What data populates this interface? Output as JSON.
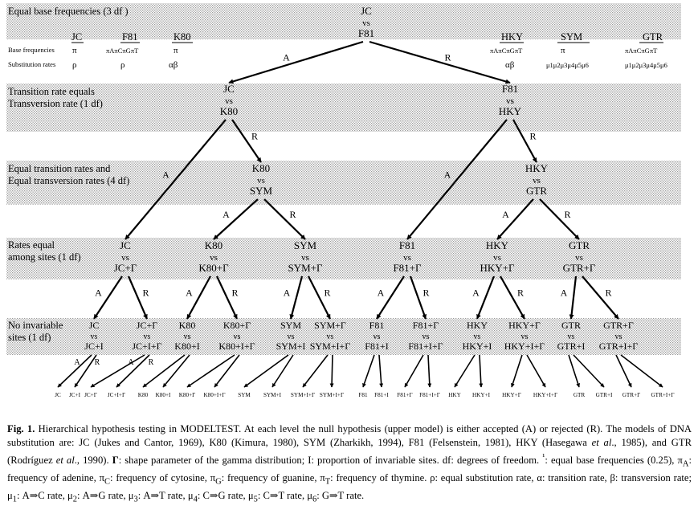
{
  "levels": [
    {
      "label": "Equal base frequencies   (3  df )"
    },
    {
      "label_lines": [
        "Transition rate equals",
        "Transversion rate  (1 df)"
      ]
    },
    {
      "label_lines": [
        "Equal transition rates and",
        "Equal transversion rates (4 df)"
      ]
    },
    {
      "label_lines": [
        "Rates equal",
        "among sites    (1 df)"
      ]
    },
    {
      "label_lines": [
        "No invariable",
        "sites   (1 df)"
      ]
    }
  ],
  "header": {
    "row_labels": [
      "Base frequencies",
      "Substitution rates"
    ],
    "models": [
      {
        "name": "JC",
        "base": "π",
        "rates": "ρ"
      },
      {
        "name": "F81",
        "base": "πAπCπGπT",
        "rates": "ρ"
      },
      {
        "name": "K80",
        "base": "π",
        "rates": "αβ"
      },
      {
        "name": "HKY",
        "base": "πAπCπGπT",
        "rates": "αβ"
      },
      {
        "name": "SYM",
        "base": "π",
        "rates": "μ1μ2μ3μ4μ5μ6"
      },
      {
        "name": "GTR",
        "base": "πAπCπGπT",
        "rates": "μ1μ2μ3μ4μ5μ6"
      }
    ]
  },
  "accept": "A",
  "reject": "R",
  "vs": "vs",
  "tests": [
    {
      "id": "t1",
      "top": "JC",
      "bottom": "F81"
    },
    {
      "id": "t2a",
      "top": "JC",
      "bottom": "K80"
    },
    {
      "id": "t2b",
      "top": "F81",
      "bottom": "HKY"
    },
    {
      "id": "t3a",
      "top": "K80",
      "bottom": "SYM"
    },
    {
      "id": "t3b",
      "top": "HKY",
      "bottom": "GTR"
    },
    {
      "id": "t4a",
      "top": "JC",
      "bottom": "JC+Γ"
    },
    {
      "id": "t4b",
      "top": "K80",
      "bottom": "K80+Γ"
    },
    {
      "id": "t4c",
      "top": "SYM",
      "bottom": "SYM+Γ"
    },
    {
      "id": "t4d",
      "top": "F81",
      "bottom": "F81+Γ"
    },
    {
      "id": "t4e",
      "top": "HKY",
      "bottom": "HKY+Γ"
    },
    {
      "id": "t4f",
      "top": "GTR",
      "bottom": "GTR+Γ"
    },
    {
      "id": "t5a",
      "top": "JC",
      "bottom": "JC+I"
    },
    {
      "id": "t5b",
      "top": "JC+Γ",
      "bottom": "JC+I+Γ"
    },
    {
      "id": "t5c",
      "top": "K80",
      "bottom": "K80+I"
    },
    {
      "id": "t5d",
      "top": "K80+Γ",
      "bottom": "K80+I+Γ"
    },
    {
      "id": "t5e",
      "top": "SYM",
      "bottom": "SYM+I"
    },
    {
      "id": "t5f",
      "top": "SYM+Γ",
      "bottom": "SYM+I+Γ"
    },
    {
      "id": "t5g",
      "top": "F81",
      "bottom": "F81+I"
    },
    {
      "id": "t5h",
      "top": "F81+Γ",
      "bottom": "F81+I+Γ"
    },
    {
      "id": "t5i",
      "top": "HKY",
      "bottom": "HKY+I"
    },
    {
      "id": "t5j",
      "top": "HKY+Γ",
      "bottom": "HKY+I+Γ"
    },
    {
      "id": "t5k",
      "top": "GTR",
      "bottom": "GTR+I"
    },
    {
      "id": "t5l",
      "top": "GTR+Γ",
      "bottom": "GTR+I+Γ"
    }
  ],
  "leaves": [
    "JC",
    "JC+I",
    "JC+Γ",
    "JC+I+Γ",
    "K80",
    "K80+I",
    "K80+Γ",
    "K80+I+Γ",
    "SYM",
    "SYM+I",
    "SYM+I+Γ",
    "SYM+I+Γ",
    "F81",
    "F81+I",
    "F81+Γ",
    "F81+I+Γ",
    "HKY",
    "HKY+I",
    "HKY+Γ",
    "HKY+I+Γ",
    "GTR",
    "GTR+I",
    "GTR+Γ",
    "GTR+I+Γ"
  ],
  "caption": {
    "fig": "Fig. 1.",
    "lines": [
      " Hierarchical hypothesis testing in MODELTEST. At each level the null hypothesis (upper model) is either accepted (A) or rejected (R). The models of DNA substitution are: JC (Jukes and Cantor, 1969), K80 (Kimura, 1980), SYM (Zharkikh, 1994), F81 (Felsenstein, 1981), HKY (Hasegawa ",
      "et al",
      "., 1985), and GTR (Rodríguez ",
      "et al",
      "., 1990). ",
      "Γ",
      ": shape parameter of the gamma distribution; I: proportion of invariable sites. df: degrees of freedom. ",
      "¹",
      ": equal base frequencies (0.25), π",
      "A",
      ": frequency of adenine, π",
      "C",
      ": frequency of cytosine, π",
      "G",
      ": frequency of guanine, π",
      "T",
      ": frequency of thymine. ρ: equal substitution rate, α: transition rate, β: transversion rate; μ",
      "1",
      ": A⇒C rate, μ",
      "2",
      ": A⇒G rate, μ",
      "3",
      ": A⇒T rate, μ",
      "4",
      ": C⇒G rate, μ",
      "5",
      ": C⇒T rate, μ",
      "6",
      ": G⇒T rate."
    ]
  }
}
